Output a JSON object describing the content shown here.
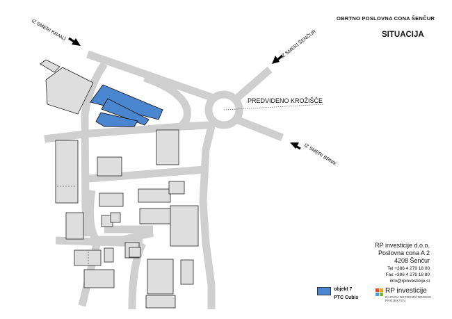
{
  "header": {
    "site_name": "OBRTNO POSLOVNA CONA ŠENČUR",
    "sheet_title": "SITUACIJA"
  },
  "map_labels": {
    "roundabout_label": "PREDVIDENO KROŽIŠČE",
    "from_kranj": "IZ SMERI KRANJ",
    "from_sencur": "IZ SMERI ŠENČUR",
    "from_brnik": "IZ SMERI BRNIK"
  },
  "company": {
    "name": "RP investicije d.o.o.",
    "address_line": "Poslovna cona A 2",
    "city_line": "4208 Šenčur",
    "tel": "Tel +386 4 279 18 00",
    "fax": "Fax +386 4 279 18 80",
    "email": "info@rpinvesticije.si"
  },
  "legend": {
    "swatch_color": "#4a86d0",
    "label_line1": "objekt 7",
    "label_line2": "PTC Cubis"
  },
  "logo": {
    "name": "RP investicije",
    "tagline": "RAZVOJ NEPREMIČNINSKIH PROJEKTOV",
    "colors": [
      "#e8452f",
      "#f3a01c",
      "#4aa0d8",
      "#7cb842"
    ]
  },
  "colors": {
    "road": "#cfcfcf",
    "building": "#dedede",
    "highlight": "#4a86d0"
  }
}
